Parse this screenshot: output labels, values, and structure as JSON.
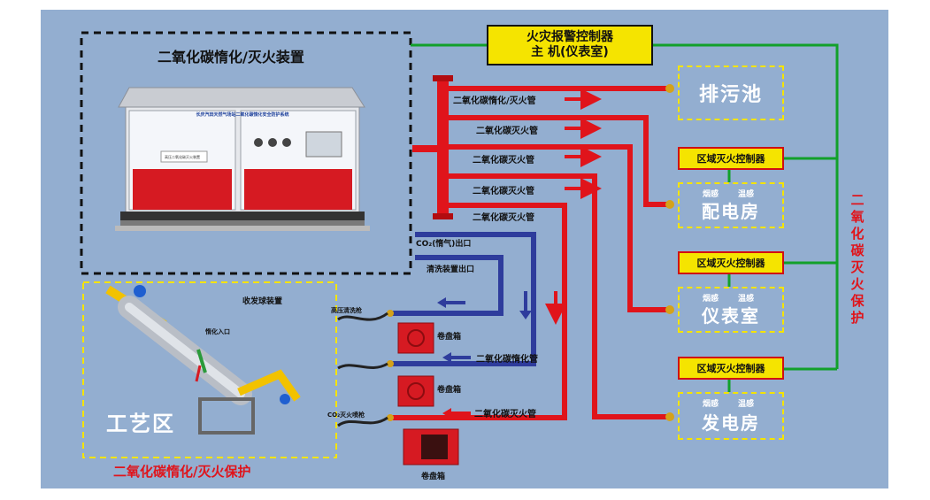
{
  "alarm_controller": {
    "line1": "火灾报警控制器",
    "line2": "主 机(仪表室)"
  },
  "device_area": {
    "title": "二氧化碳惰化/灭火装置"
  },
  "cabinet_text": {
    "header": "长庆汽田天然气场站二氧化碳惰化安全防护系统",
    "panel": "高压二氧化碳灭火装置"
  },
  "process_area": {
    "title": "工艺区",
    "caption": "二氧化碳惰化/灭火保护",
    "pig_device": "收发球装置",
    "inert_inlet": "惰化入口"
  },
  "pipes": {
    "p1": "二氧化碳惰化/灭火管",
    "p2": "二氧化碳灭火管",
    "p3": "二氧化碳灭火管",
    "p4": "二氧化碳灭火管",
    "p5": "二氧化碳灭火管",
    "co2_outlet": "CO₂(惰气)出口",
    "clean_outlet": "清洗装置出口",
    "inert_pipe": "二氧化碳惰化管",
    "fire_pipe": "二氧化碳灭火管"
  },
  "guns": {
    "hp_clean": "高压清洗枪",
    "co2_gun": "CO₂灭火喷枪"
  },
  "reels": {
    "r1": "卷盘箱",
    "r2": "卷盘箱",
    "r3": "卷盘箱"
  },
  "zones": {
    "sewage": "排污池",
    "distribution": "配电房",
    "instrument": "仪表室",
    "generator": "发电房"
  },
  "zone_controller_label": "区域灭火控制器",
  "sensors": {
    "smoke": "烟感",
    "temp": "温感"
  },
  "right_vertical": "二氧化碳灭火保护",
  "colors": {
    "background": "#93aed0",
    "red_pipe": "#e0141b",
    "blue_pipe": "#2e3c9c",
    "green_line": "#12a02a",
    "yellow": "#f5e400"
  }
}
